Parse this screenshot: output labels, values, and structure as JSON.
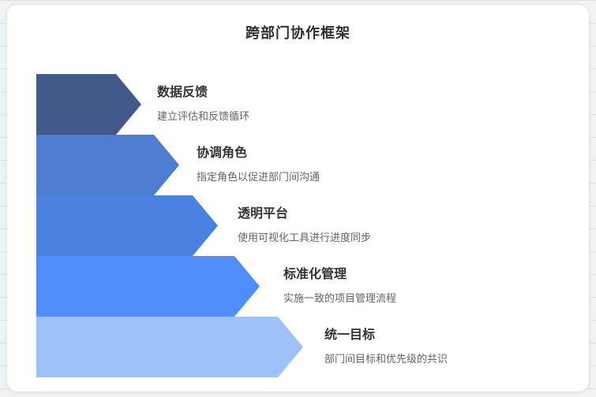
{
  "page": {
    "title": "跨部门协作框架"
  },
  "steps": [
    {
      "title": "数据反馈",
      "description": "建立评估和反馈循环",
      "color": "#415A8A"
    },
    {
      "title": "协调角色",
      "description": "指定角色以促进部门间沟通",
      "color": "#4D7CD1"
    },
    {
      "title": "透明平台",
      "description": "使用可视化工具进行进度同步",
      "color": "#4B82E2"
    },
    {
      "title": "标准化管理",
      "description": "实施一致的项目管理流程",
      "color": "#4F8DFA"
    },
    {
      "title": "统一目标",
      "description": "部门间目标和优先级的共识",
      "color": "#9EC1FA"
    }
  ]
}
